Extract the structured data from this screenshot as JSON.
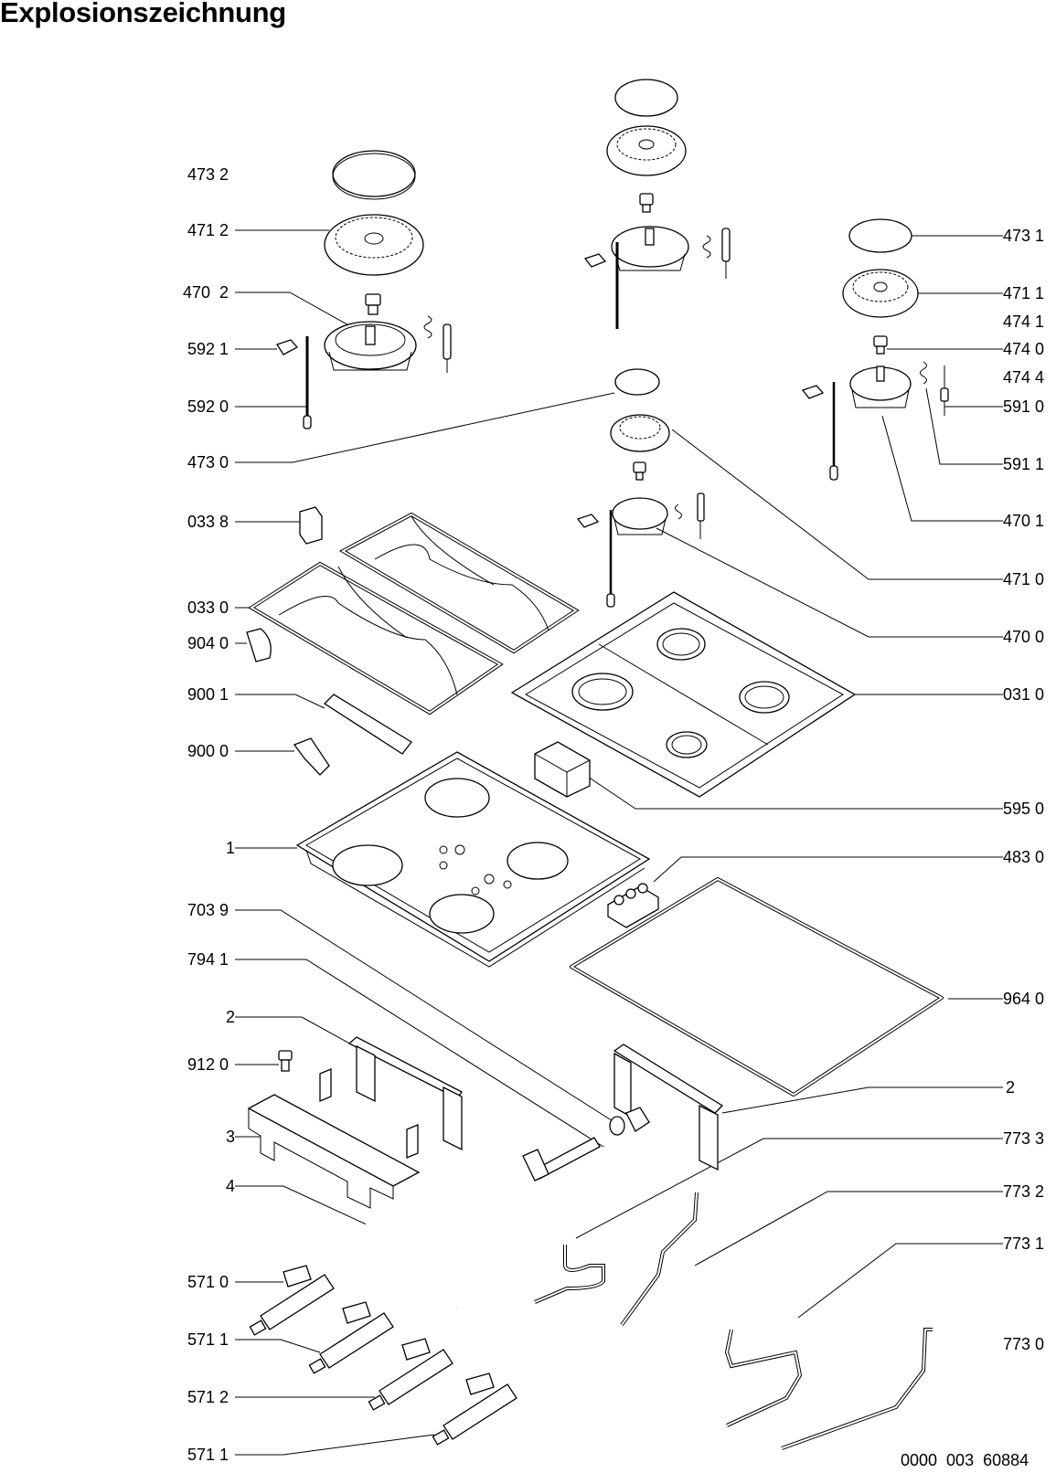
{
  "title": "Explosionszeichnung",
  "footer_code": "0000  003  60884",
  "labels_left": [
    {
      "id": "473-2",
      "text": "473 2"
    },
    {
      "id": "471-2",
      "text": "471 2"
    },
    {
      "id": "470-2",
      "text": "470  2"
    },
    {
      "id": "592-1",
      "text": "592 1"
    },
    {
      "id": "592-0",
      "text": "592 0"
    },
    {
      "id": "473-0",
      "text": "473 0"
    },
    {
      "id": "033-8",
      "text": "033 8"
    },
    {
      "id": "033-0",
      "text": "033 0"
    },
    {
      "id": "904-0",
      "text": "904 0"
    },
    {
      "id": "900-1",
      "text": "900 1"
    },
    {
      "id": "900-0",
      "text": "900 0"
    },
    {
      "id": "1",
      "text": "1"
    },
    {
      "id": "703-9",
      "text": "703 9"
    },
    {
      "id": "794-1",
      "text": "794 1"
    },
    {
      "id": "2-left",
      "text": "2"
    },
    {
      "id": "912-0",
      "text": "912 0"
    },
    {
      "id": "3",
      "text": "3"
    },
    {
      "id": "4",
      "text": "4"
    },
    {
      "id": "571-0",
      "text": "571 0"
    },
    {
      "id": "571-1a",
      "text": "571 1"
    },
    {
      "id": "571-2",
      "text": "571 2"
    },
    {
      "id": "571-1b",
      "text": "571 1"
    }
  ],
  "labels_right": [
    {
      "id": "473-1",
      "text": "473 1"
    },
    {
      "id": "471-1",
      "text": "471 1"
    },
    {
      "id": "474-1",
      "text": "474 1"
    },
    {
      "id": "474-0",
      "text": "474 0"
    },
    {
      "id": "474-4",
      "text": "474 4"
    },
    {
      "id": "591-0",
      "text": "591 0"
    },
    {
      "id": "591-1",
      "text": "591 1"
    },
    {
      "id": "470-1",
      "text": "470 1"
    },
    {
      "id": "471-0",
      "text": "471 0"
    },
    {
      "id": "470-0",
      "text": "470 0"
    },
    {
      "id": "031-0",
      "text": "031 0"
    },
    {
      "id": "595-0",
      "text": "595 0"
    },
    {
      "id": "483-0",
      "text": "483 0"
    },
    {
      "id": "964-0",
      "text": "964 0"
    },
    {
      "id": "2-right",
      "text": "2"
    },
    {
      "id": "773-3",
      "text": "773 3"
    },
    {
      "id": "773-2",
      "text": "773 2"
    },
    {
      "id": "773-1",
      "text": "773 1"
    },
    {
      "id": "773-0",
      "text": "773 0"
    }
  ]
}
